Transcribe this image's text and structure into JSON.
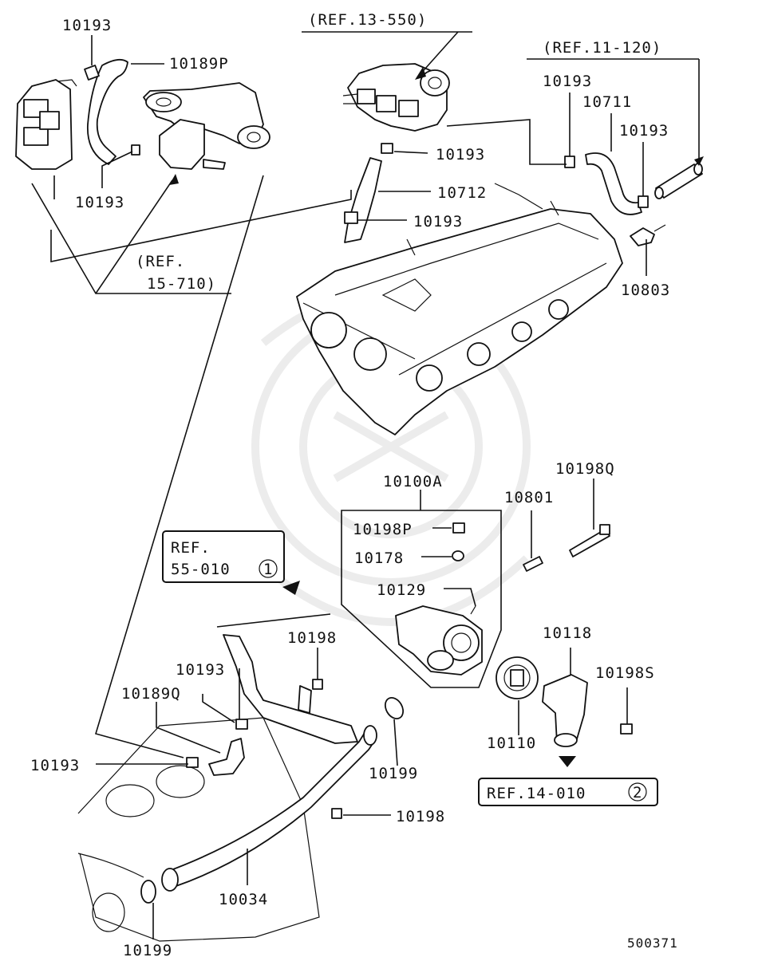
{
  "refs": {
    "ref_13_550": "(REF.13-550)",
    "ref_11_120": "(REF.11-120)",
    "ref_15_710_a": "(REF.",
    "ref_15_710_b": "15-710)",
    "ref_55_010_a": "REF.",
    "ref_55_010_b": "55-010",
    "ref_55_010_circle": "1",
    "ref_14_010": "REF.14-010",
    "ref_14_010_circle": "2"
  },
  "labels": {
    "p10193_a": "10193",
    "p10189P": "10189P",
    "p10193_b": "10193",
    "p10193_c": "10193",
    "p10711": "10711",
    "p10193_d": "10193",
    "p10193_e": "10193",
    "p10712": "10712",
    "p10193_f": "10193",
    "p10803": "10803",
    "p10100A": "10100A",
    "p10198Q": "10198Q",
    "p10801": "10801",
    "p10198P": "10198P",
    "p10178": "10178",
    "p10129": "10129",
    "p10198_a": "10198",
    "p10193_g": "10193",
    "p10189Q": "10189Q",
    "p10118": "10118",
    "p10198S": "10198S",
    "p10193_h": "10193",
    "p10110": "10110",
    "p10199_a": "10199",
    "p10198_b": "10198",
    "p10034": "10034",
    "p10199_b": "10199"
  },
  "diagram_id": "500371"
}
